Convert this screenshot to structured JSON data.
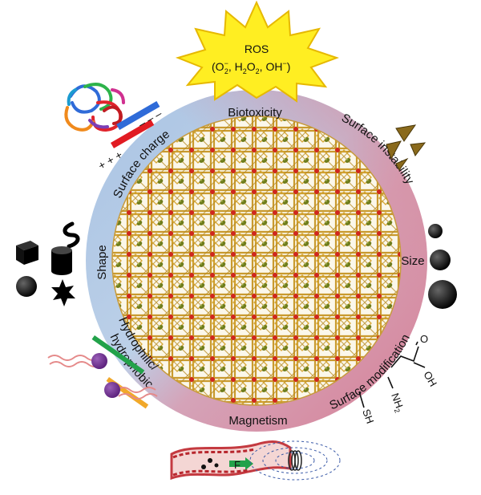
{
  "figure": {
    "ros": {
      "title": "ROS",
      "species": {
        "o2": "O",
        "o2_sub": "2",
        "o2_sup": "−",
        "sep1": ", ",
        "h2o2_h": "H",
        "h2o2_sub1": "2",
        "h2o2_o": "O",
        "h2o2_sub2": "2",
        "sep2": ", ",
        "oh": "OH",
        "oh_sup": "−",
        "open": "(",
        "close": ")"
      }
    },
    "ring_labels": {
      "biotoxicity": "Biotoxicity",
      "surface_instability": "Surface instability",
      "size": "Size",
      "surface_modification": "Surface modification",
      "magnetism": "Magnetism",
      "hydrophilic": "Hydrophilic/",
      "hydrophobic": "hydrophobic",
      "shape": "Shape",
      "surface_charge": "Surface charge"
    },
    "charges": {
      "plus": "+ + +",
      "minus": "– – –"
    },
    "chemistry": {
      "o": "O",
      "oh": "OH",
      "nh": "NH",
      "nh_sub": "2",
      "sh": "SH"
    },
    "force_label": "F",
    "colors": {
      "ring_blue": "#b7cde6",
      "ring_pink": "#d6879a",
      "ring_purple": "#c9a8c6",
      "lattice_gold": "#c99a2e",
      "lattice_red": "#d0281e",
      "lattice_olive": "#6f7d1c",
      "sun": "#ffee22",
      "vessel": "#d9535a"
    }
  }
}
